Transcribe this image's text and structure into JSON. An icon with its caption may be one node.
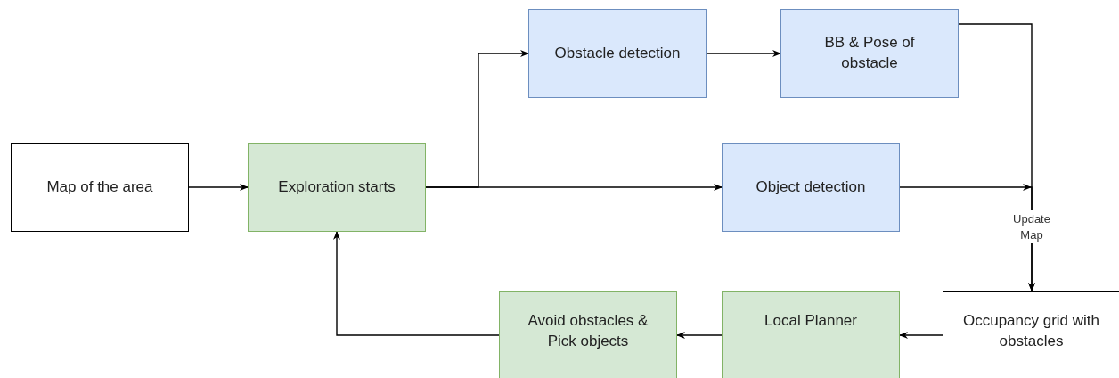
{
  "diagram": {
    "nodes": [
      {
        "text": [
          "Map of the area"
        ]
      },
      {
        "text": [
          "Exploration starts"
        ]
      },
      {
        "text": [
          "Obstacle detection"
        ]
      },
      {
        "text": [
          "BB & Pose of obstacle"
        ]
      },
      {
        "text": [
          "Object detection"
        ]
      },
      {
        "text": [
          "Occupancy grid with obstacles"
        ]
      },
      {
        "text": [
          "Local Planner"
        ]
      },
      {
        "text": [
          "Avoid obstacles & Pick objects"
        ]
      }
    ],
    "edges": [
      {
        "from": 0,
        "to": 1,
        "arrow": "to"
      },
      {
        "from": 1,
        "to": 2,
        "arrow": "to"
      },
      {
        "from": 1,
        "to": 4,
        "arrow": "to"
      },
      {
        "from": 2,
        "to": 3,
        "arrow": "to"
      },
      {
        "from": 3,
        "to": 5,
        "arrow": "to",
        "label": "Update Map"
      },
      {
        "from": 4,
        "to": 5,
        "arrow": "to"
      },
      {
        "from": 5,
        "to": 6,
        "arrow": "to"
      },
      {
        "from": 6,
        "to": 7,
        "arrow": "to"
      },
      {
        "from": 7,
        "to": 1,
        "arrow": "to"
      }
    ]
  }
}
